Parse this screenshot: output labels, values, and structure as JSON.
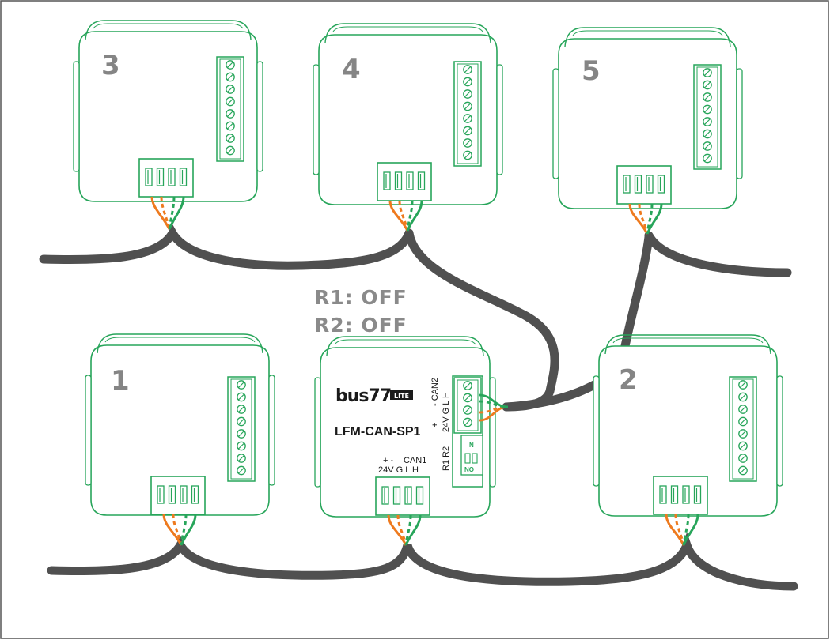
{
  "labels": {
    "module_3": "3",
    "module_4": "4",
    "module_5": "5",
    "module_1": "1",
    "module_2": "2",
    "r1": "R1: OFF",
    "r2": "R2: OFF"
  },
  "center_module": {
    "brand": "bus77",
    "brand_badge": "LITE",
    "model": "LFM-CAN-SP1",
    "can1_polarity": "+       -",
    "can1_title": "CAN1",
    "can1_pins": "24V G  L  H",
    "can2_title": "- CAN2",
    "can2_pins": "24V G  L  H",
    "can2_plus": "+",
    "dip_labels": "R1 R2",
    "dip_on": "N",
    "dip_no": "NO"
  },
  "colors": {
    "outline": "#27a55a",
    "cable": "#505050",
    "wire_orange": "#ee7a1e",
    "wire_green": "#27a55a",
    "label_gray": "#858585",
    "border": "#555555"
  }
}
